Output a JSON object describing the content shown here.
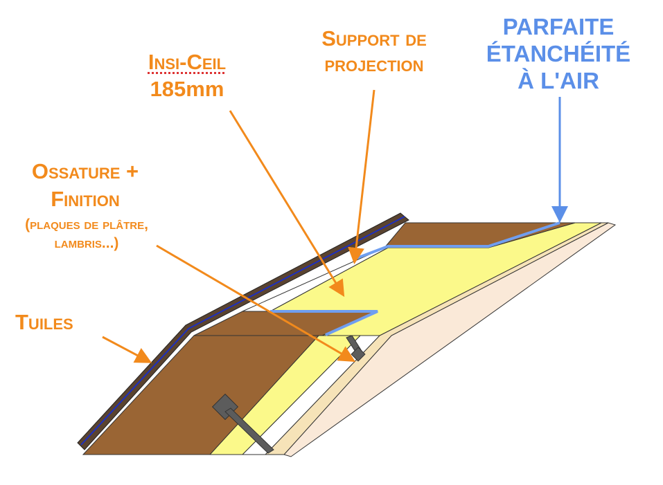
{
  "labels": {
    "air_tightness": [
      "PARFAITE",
      "ÉTANCHÉITÉ",
      "À L'AIR"
    ],
    "projection_support": [
      "Support de",
      "projection"
    ],
    "insulation": [
      "Insi-Ceil",
      "185mm"
    ],
    "framing": [
      "Ossature +",
      "Finition"
    ],
    "framing_detail": [
      "(plaques de plâtre,",
      "lambris...)"
    ],
    "tiles": "Tuiles"
  },
  "colors": {
    "label_orange": "#f28a1c",
    "label_blue": "#5b8fe8",
    "wood": "#9a6534",
    "insulation": "#fbf98a",
    "board": "#fae9d8",
    "membrane": "#6f9ef0"
  }
}
